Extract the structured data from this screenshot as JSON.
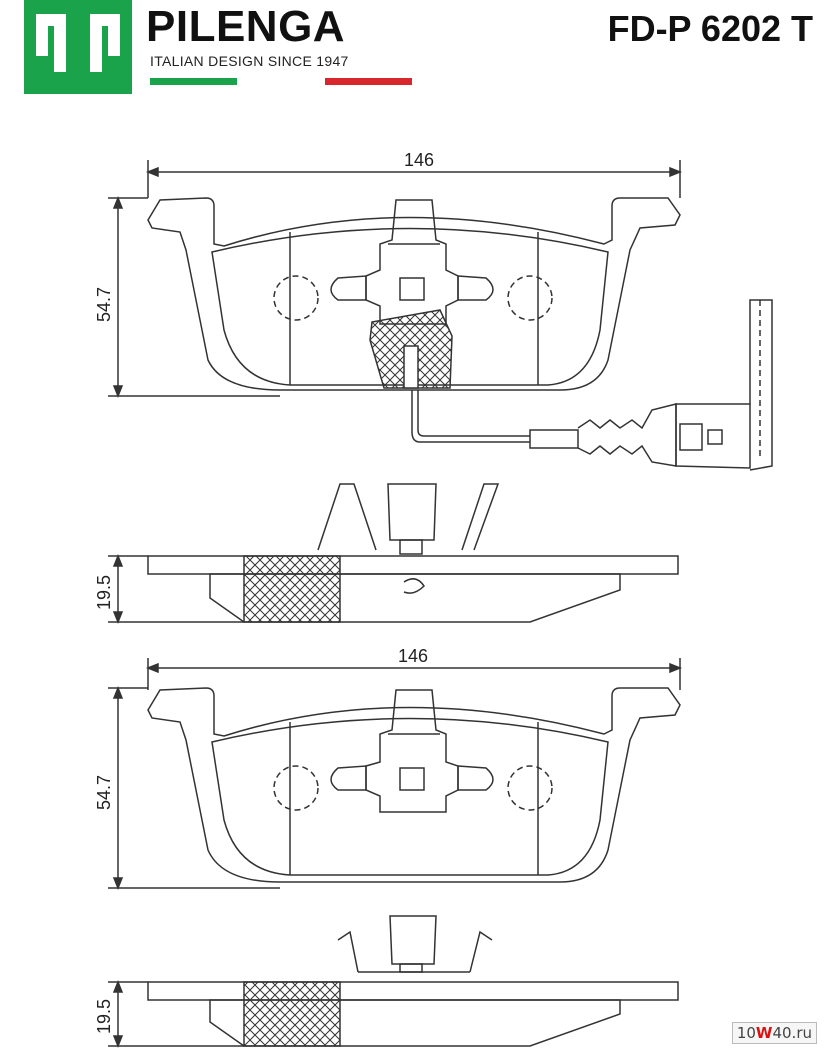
{
  "brand": {
    "logo_glyph": "qp",
    "name": "PILENGA",
    "tagline": "ITALIAN DESIGN SINCE 1947",
    "colors": {
      "green": "#1aa34a",
      "red": "#d7262c",
      "white": "#ffffff"
    }
  },
  "part_number": "FD-P 6202 T",
  "views": {
    "top_front": {
      "width_label": "146",
      "height_label": "54.7"
    },
    "top_side": {
      "thickness_label": "19.5"
    },
    "bottom_front": {
      "width_label": "146",
      "height_label": "54.7"
    },
    "bottom_side": {
      "thickness_label": "19.5"
    }
  },
  "watermark": {
    "prefix": "10",
    "mid": "W",
    "suffix": "40",
    "domain": ".ru"
  }
}
